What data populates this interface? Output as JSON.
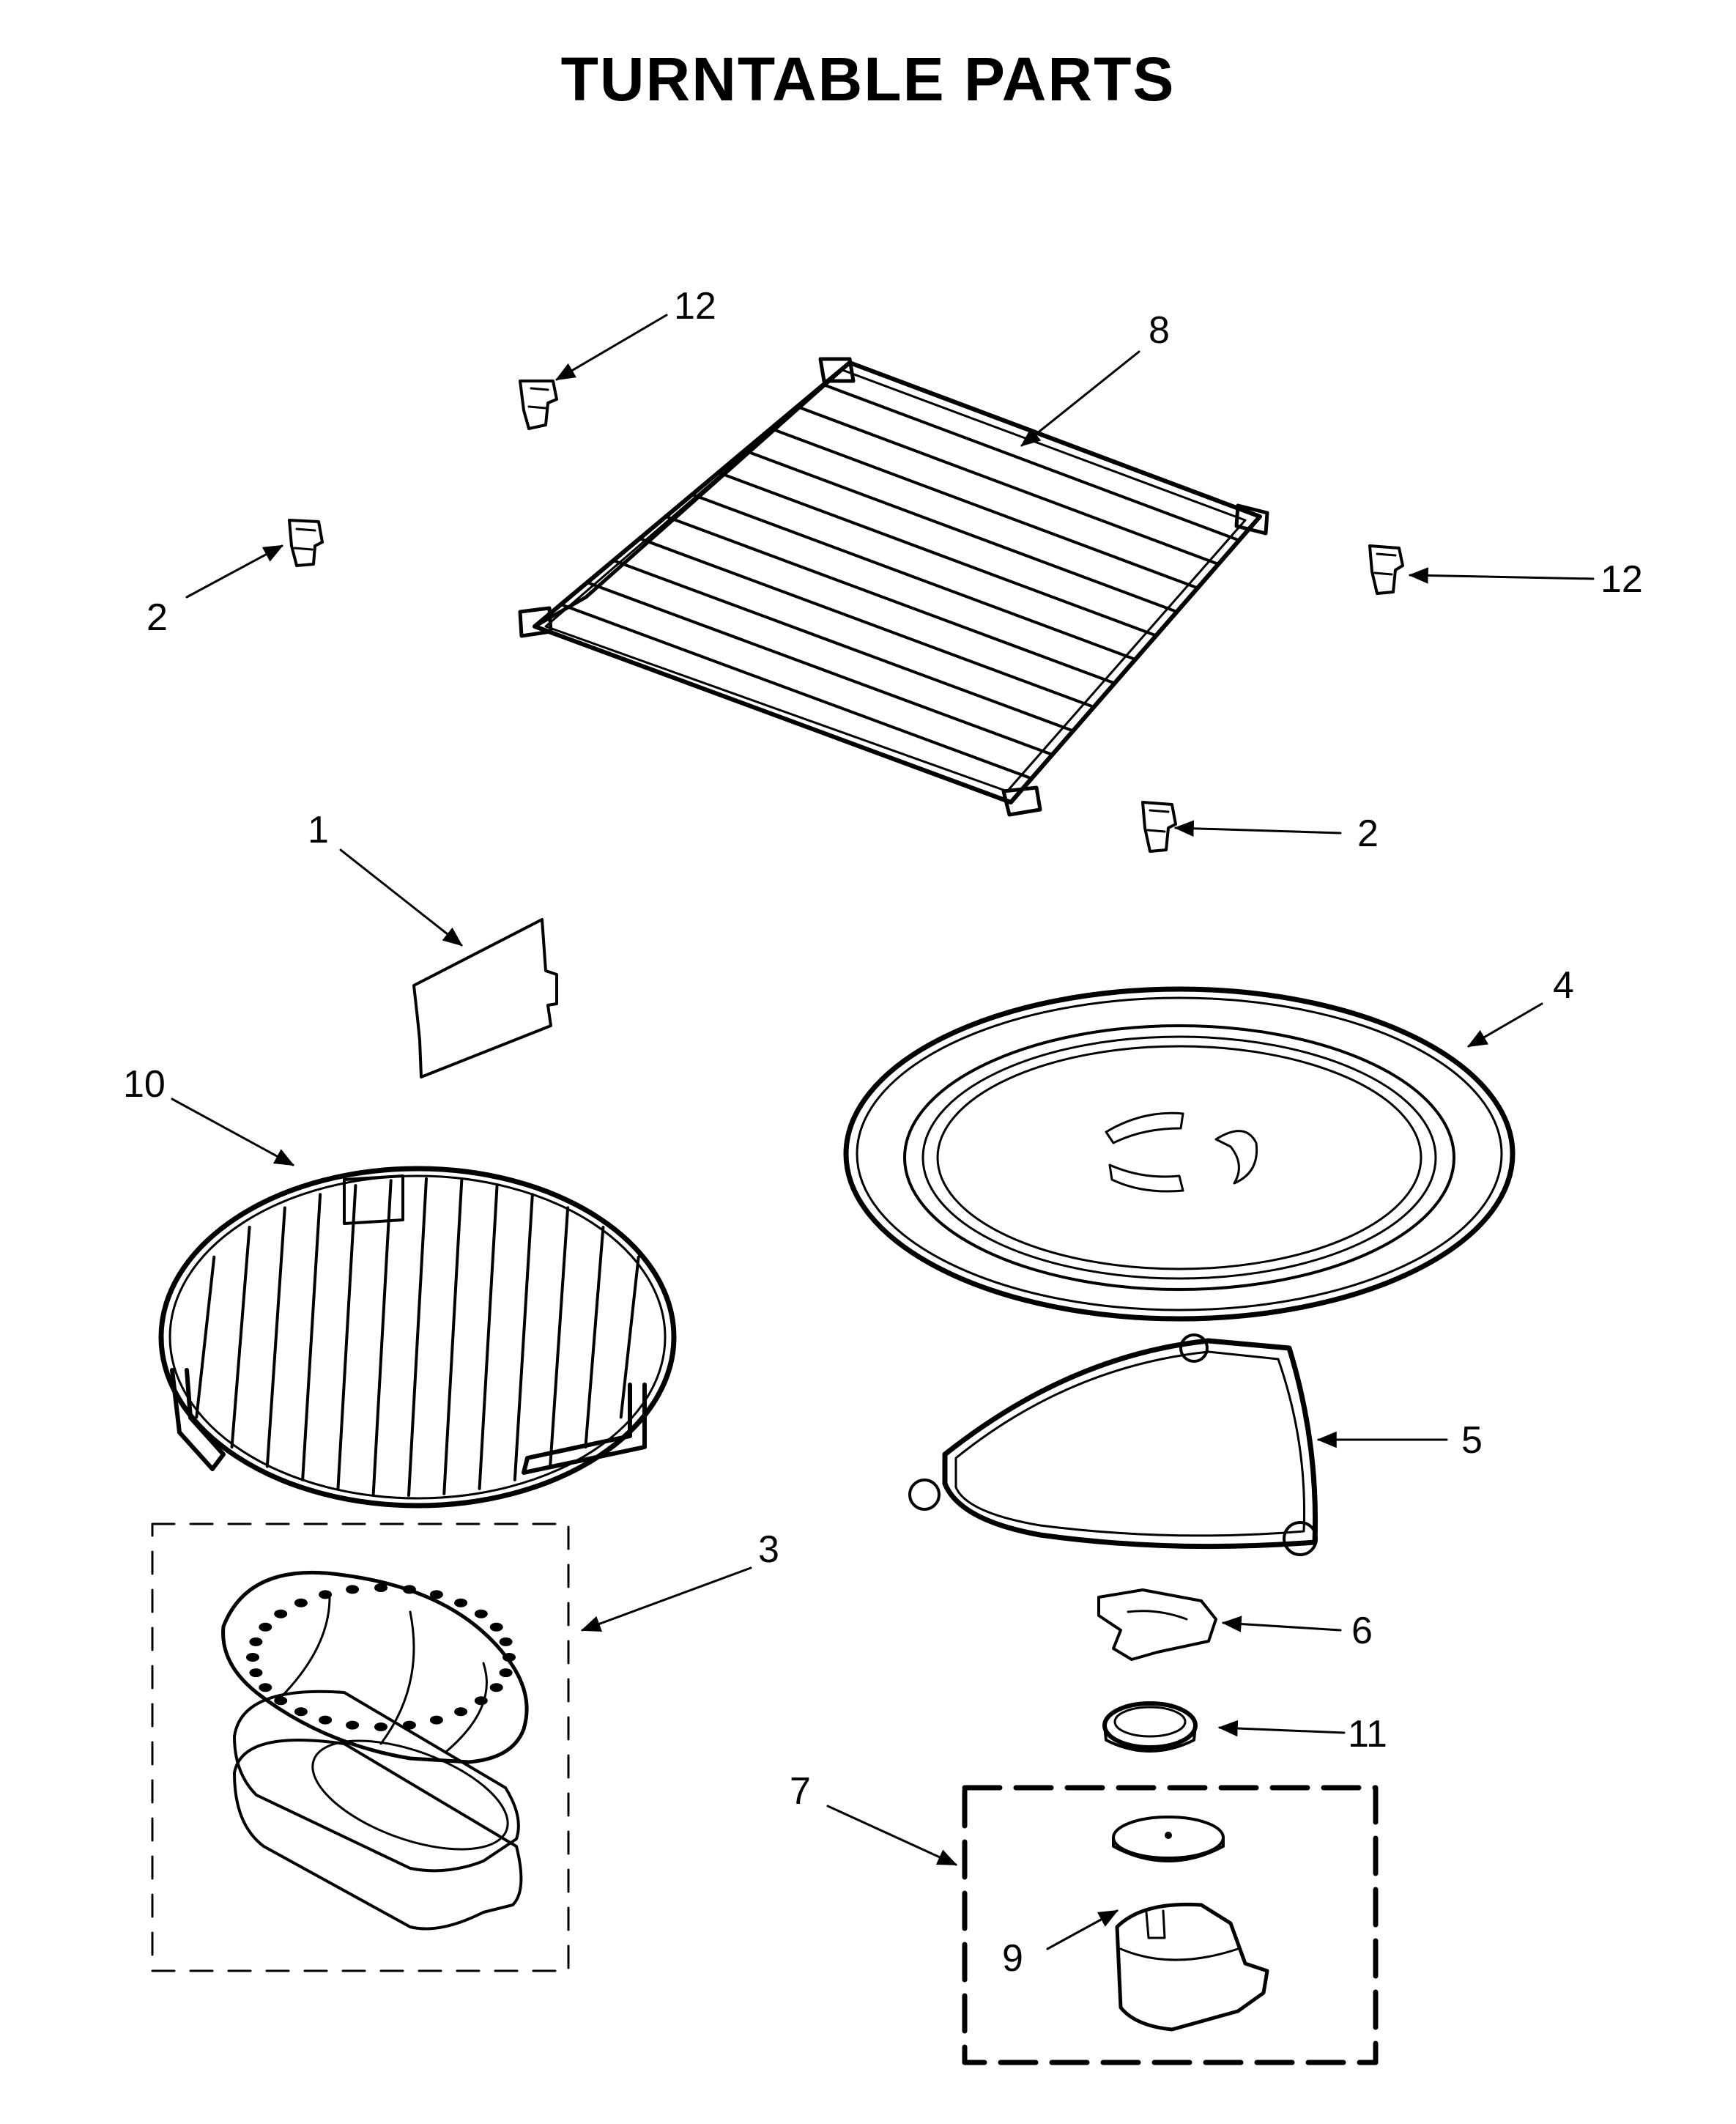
{
  "title": "TURNTABLE PARTS",
  "callouts": {
    "p1": "1",
    "p2a": "2",
    "p2b": "2",
    "p3": "3",
    "p4": "4",
    "p5": "5",
    "p6": "6",
    "p7": "7",
    "p8": "8",
    "p9": "9",
    "p10": "10",
    "p11": "11",
    "p12a": "12",
    "p12b": "12"
  },
  "colors": {
    "ink": "#000000",
    "background": "#ffffff",
    "fill": "#f4f4f4"
  }
}
